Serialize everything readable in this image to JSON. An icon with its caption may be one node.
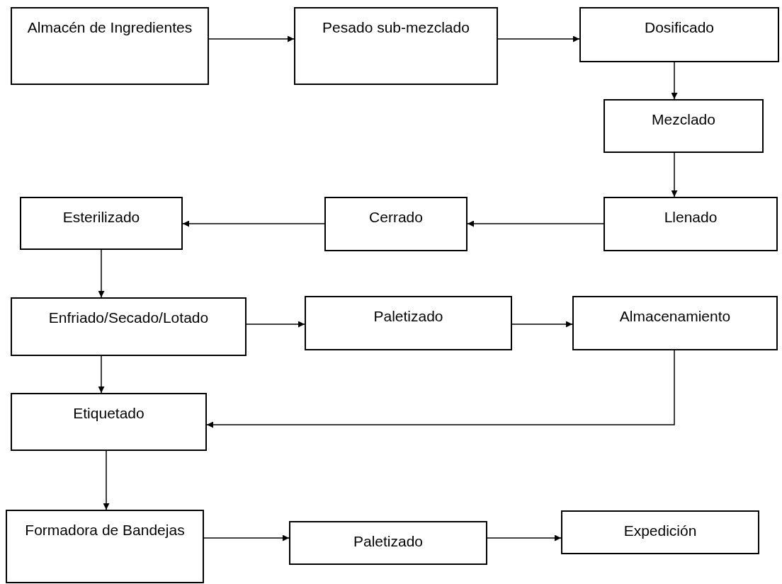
{
  "diagram": {
    "nodes": [
      {
        "text": [
          "Almacén de Ingredientes"
        ]
      },
      {
        "text": [
          "Pesado sub-mezclado"
        ]
      },
      {
        "text": [
          "Dosificado"
        ]
      },
      {
        "text": [
          "Mezclado"
        ]
      },
      {
        "text": [
          "Llenado"
        ]
      },
      {
        "text": [
          "Cerrado"
        ]
      },
      {
        "text": [
          "Esterilizado"
        ]
      },
      {
        "text": [
          "Enfriado/Secado/Lotado"
        ]
      },
      {
        "text": [
          "Paletizado"
        ]
      },
      {
        "text": [
          "Almacenamiento"
        ]
      },
      {
        "text": [
          "Etiquetado"
        ]
      },
      {
        "text": [
          "Formadora de Bandejas"
        ]
      },
      {
        "text": [
          "Paletizado"
        ]
      },
      {
        "text": [
          "Expedición"
        ]
      }
    ],
    "edges": [
      {
        "from": 0,
        "to": 1,
        "arrow": "to"
      },
      {
        "from": 1,
        "to": 2,
        "arrow": "to"
      },
      {
        "from": 2,
        "to": 3,
        "arrow": "to"
      },
      {
        "from": 3,
        "to": 4,
        "arrow": "to"
      },
      {
        "from": 4,
        "to": 5,
        "arrow": "to"
      },
      {
        "from": 5,
        "to": 6,
        "arrow": "to"
      },
      {
        "from": 6,
        "to": 7,
        "arrow": "to"
      },
      {
        "from": 7,
        "to": 8,
        "arrow": "to"
      },
      {
        "from": 8,
        "to": 9,
        "arrow": "to"
      },
      {
        "from": 7,
        "to": 10,
        "arrow": "to"
      },
      {
        "from": 9,
        "to": 10,
        "arrow": "to"
      },
      {
        "from": 10,
        "to": 11,
        "arrow": "to"
      },
      {
        "from": 11,
        "to": 12,
        "arrow": "to"
      },
      {
        "from": 12,
        "to": 13,
        "arrow": "to"
      }
    ]
  }
}
